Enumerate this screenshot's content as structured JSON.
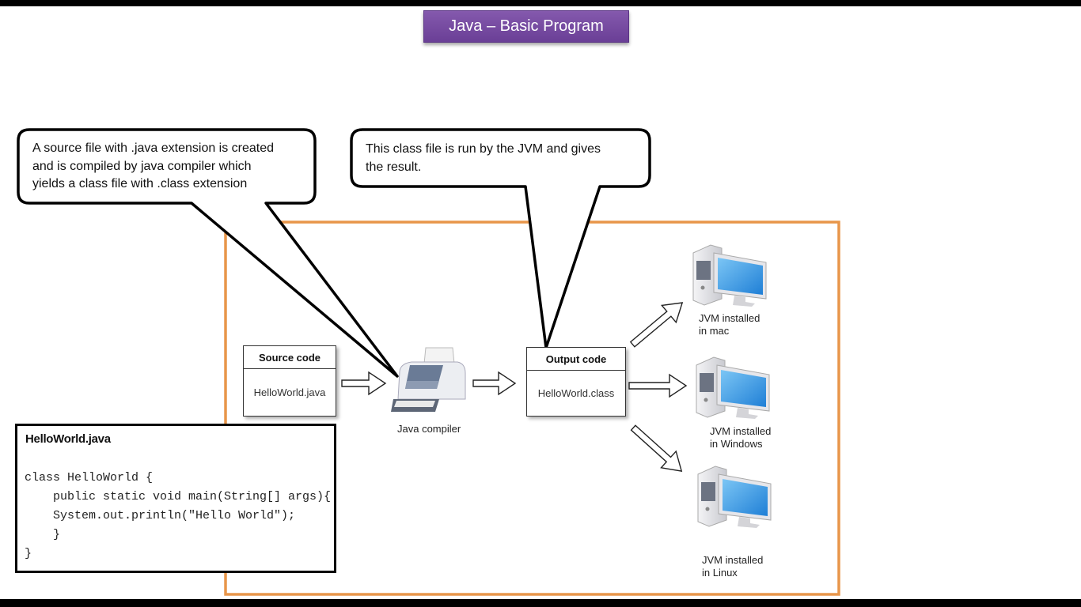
{
  "slide": {
    "title": "Java – Basic Program"
  },
  "callouts": [
    {
      "lines": [
        "A source file with .java extension is created",
        "and is compiled by java compiler which",
        "yields a class file with .class extension"
      ]
    },
    {
      "lines": [
        "This class file is run by the JVM and gives",
        "the result."
      ]
    }
  ],
  "diagram": {
    "source_box": {
      "header": "Source code",
      "body": "HelloWorld.java"
    },
    "compiler": {
      "label": "Java compiler",
      "icon": "printer-icon"
    },
    "output_box": {
      "header": "Output code",
      "body": "HelloWorld.class"
    },
    "targets": [
      {
        "line1": "JVM installed",
        "line2": "in mac",
        "icon": "computer-icon"
      },
      {
        "line1": "JVM installed",
        "line2": "in Windows",
        "icon": "computer-icon"
      },
      {
        "line1": "JVM installed",
        "line2": "in Linux",
        "icon": "computer-icon"
      }
    ],
    "frame_color": "#e8964a"
  },
  "code": {
    "filename": "HelloWorld.java",
    "lines": [
      "class HelloWorld {",
      "    public static void main(String[] args){",
      "    System.out.println(\"Hello World\");",
      "    }",
      "}"
    ]
  },
  "colors": {
    "title_bg": "#7a4ea6",
    "frame": "#e8964a",
    "screen": "#3a9be8"
  }
}
